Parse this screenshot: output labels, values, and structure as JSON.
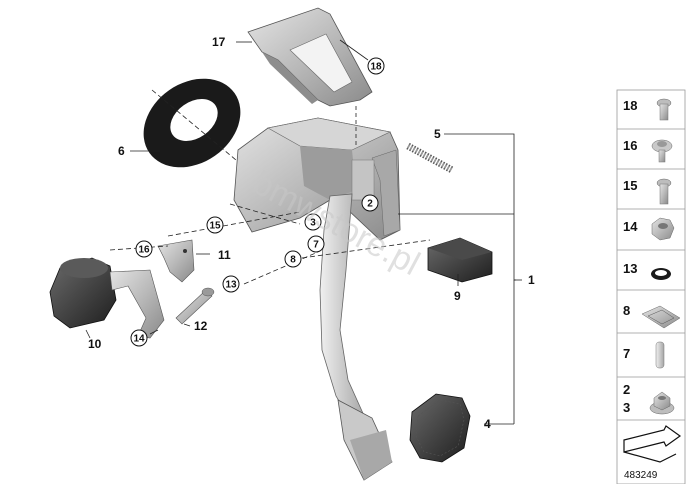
{
  "callouts": {
    "c1": "1",
    "c2": "2",
    "c3": "3",
    "c4": "4",
    "c5": "5",
    "c6": "6",
    "c7": "7",
    "c8": "8",
    "c9": "9",
    "c10": "10",
    "c11": "11",
    "c12": "12",
    "c13": "13",
    "c14": "14",
    "c15": "15",
    "c16": "16",
    "c17": "17",
    "c18": "18"
  },
  "sidebar": {
    "items": [
      "18",
      "16",
      "15",
      "14",
      "13",
      "8",
      "7",
      "2",
      "3"
    ]
  },
  "watermark": "bmwstore.pl",
  "reference_number": "483249"
}
